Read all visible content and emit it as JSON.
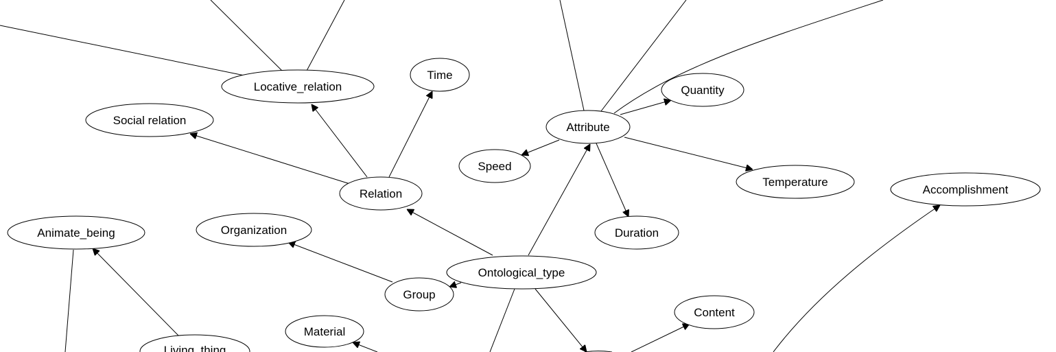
{
  "diagram": {
    "type": "ontology-graph",
    "nodes": {
      "locative_relation": "Locative_relation",
      "time": "Time",
      "social_relation": "Social relation",
      "relation": "Relation",
      "attribute": "Attribute",
      "quantity": "Quantity",
      "speed": "Speed",
      "temperature": "Temperature",
      "duration": "Duration",
      "accomplishment": "Accomplishment",
      "animate_being": "Animate_being",
      "organization": "Organization",
      "ontological_type": "Ontological_type",
      "group": "Group",
      "content": "Content",
      "material": "Material",
      "living_thing": "Living_thing"
    },
    "edges": [
      {
        "from": "relation",
        "to": "locative_relation",
        "directed": true
      },
      {
        "from": "relation",
        "to": "time",
        "directed": true
      },
      {
        "from": "relation",
        "to": "social_relation",
        "directed": true
      },
      {
        "from": "ontological_type",
        "to": "relation",
        "directed": true
      },
      {
        "from": "ontological_type",
        "to": "attribute",
        "directed": true
      },
      {
        "from": "ontological_type",
        "to": "group",
        "directed": true
      },
      {
        "from": "group",
        "to": "organization",
        "directed": true
      },
      {
        "from": "attribute",
        "to": "quantity",
        "directed": true
      },
      {
        "from": "attribute",
        "to": "speed",
        "directed": true
      },
      {
        "from": "attribute",
        "to": "temperature",
        "directed": true
      },
      {
        "from": "attribute",
        "to": "duration",
        "directed": true
      },
      {
        "from": "living_thing",
        "to": "animate_being",
        "directed": true
      }
    ]
  }
}
